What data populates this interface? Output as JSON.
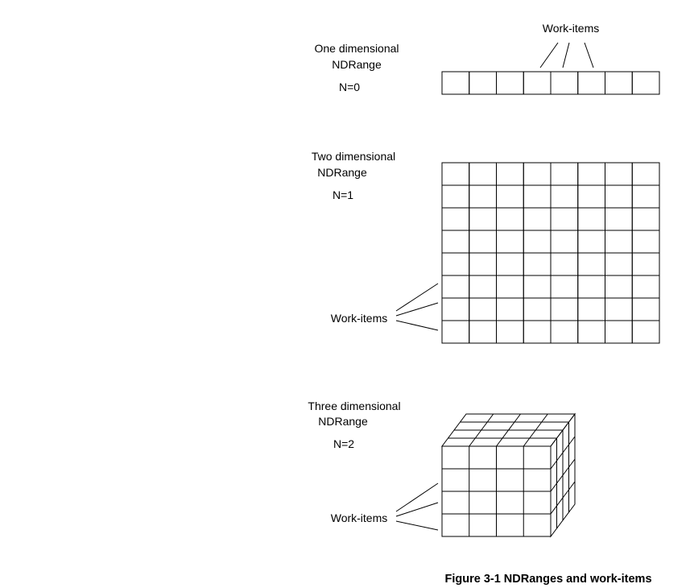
{
  "one_d": {
    "title_line1": "One dimensional",
    "title_line2": "NDRange",
    "n_label": "N=0",
    "callout": "Work-items",
    "columns": 8,
    "rows": 1
  },
  "two_d": {
    "title_line1": "Two dimensional",
    "title_line2": "NDRange",
    "n_label": "N=1",
    "callout": "Work-items",
    "columns": 8,
    "rows": 8
  },
  "three_d": {
    "title_line1": "Three dimensional",
    "title_line2": "NDRange",
    "n_label": "N=2",
    "callout": "Work-items",
    "columns": 4,
    "rows": 4,
    "depth": 4
  },
  "caption": "Figure 3-1  NDRanges and work-items",
  "colors": {
    "stroke": "#000000",
    "background": "#ffffff"
  }
}
